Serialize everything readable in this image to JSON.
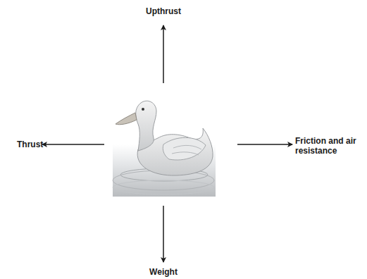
{
  "diagram": {
    "labels": [
      "Upthrust",
      "Thrust",
      "Friction and air resistance",
      "Weight"
    ]
  }
}
